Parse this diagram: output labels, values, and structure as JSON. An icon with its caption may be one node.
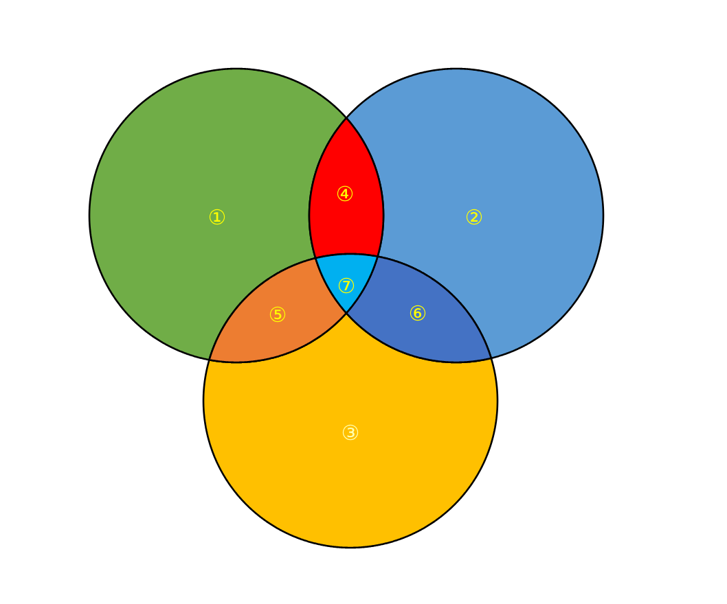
{
  "diagram": {
    "nodes": [
      {
        "text": [
          "①"
        ]
      },
      {
        "text": [
          "②"
        ]
      },
      {
        "text": [
          "③"
        ]
      },
      {
        "text": [
          "④"
        ]
      },
      {
        "text": [
          "⑤"
        ]
      },
      {
        "text": [
          "⑥"
        ]
      },
      {
        "text": [
          "⑦"
        ]
      }
    ]
  }
}
